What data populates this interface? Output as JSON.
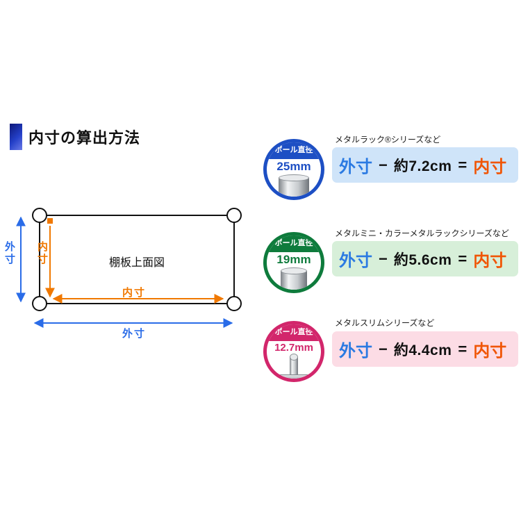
{
  "page": {
    "title": "内寸の算出方法"
  },
  "diagram": {
    "board_label": "棚板上面図",
    "outer_label_vertical": "外寸",
    "outer_label_horizontal": "外寸",
    "inner_label_vertical": "内寸",
    "inner_label_horizontal": "内寸",
    "outer_color": "#2a6ce8",
    "inner_color": "#f07800"
  },
  "rows": [
    {
      "series": "メタルラック®シリーズなど",
      "badge_title": "ポール直径",
      "badge_value": "25mm",
      "outer": "外寸",
      "minus": "−",
      "amount": "約7.2cm",
      "equals": "=",
      "inner": "内寸",
      "accent": "#1d4fc4",
      "box_bg": "#cfe4f9"
    },
    {
      "series": "メタルミニ・カラーメタルラックシリーズなど",
      "badge_title": "ポール直径",
      "badge_value": "19mm",
      "outer": "外寸",
      "minus": "−",
      "amount": "約5.6cm",
      "equals": "=",
      "inner": "内寸",
      "accent": "#0e7b3c",
      "box_bg": "#d7efd9"
    },
    {
      "series": "メタルスリムシリーズなど",
      "badge_title": "ポール直径",
      "badge_value": "12.7mm",
      "outer": "外寸",
      "minus": "−",
      "amount": "約4.4cm",
      "equals": "=",
      "inner": "内寸",
      "accent": "#d2266b",
      "box_bg": "#fcdce5"
    }
  ]
}
